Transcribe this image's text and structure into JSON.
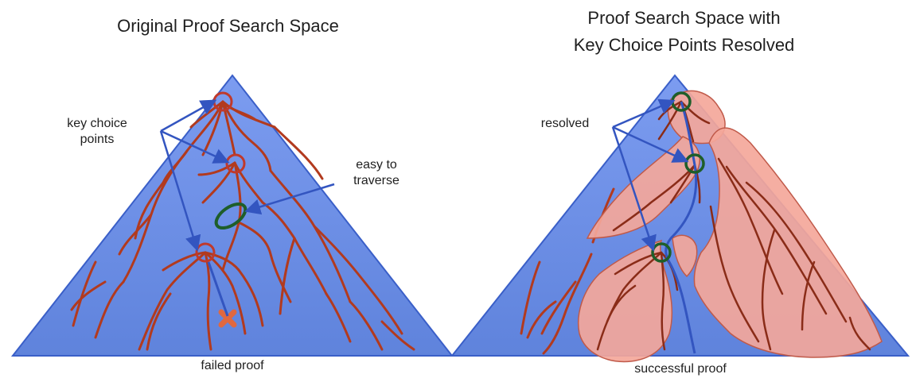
{
  "left": {
    "title": "Original Proof Search Space",
    "label_key_points": "key choice\npoints",
    "label_easy": "easy to\ntraverse",
    "caption": "failed proof"
  },
  "right": {
    "title_line1": "Proof Search Space with",
    "title_line2": "Key Choice Points Resolved",
    "label_resolved": "resolved",
    "caption": "successful proof"
  },
  "colors": {
    "triangle_fill": "#6f92e6",
    "triangle_stroke": "#3a5fc8",
    "branch": "#b23a1e",
    "red_circle": "#c0392b",
    "green_circle": "#1e5e2a",
    "arrow": "#3355c0",
    "region_fill": "#f4a79a",
    "failure_mark": "#e06840"
  }
}
